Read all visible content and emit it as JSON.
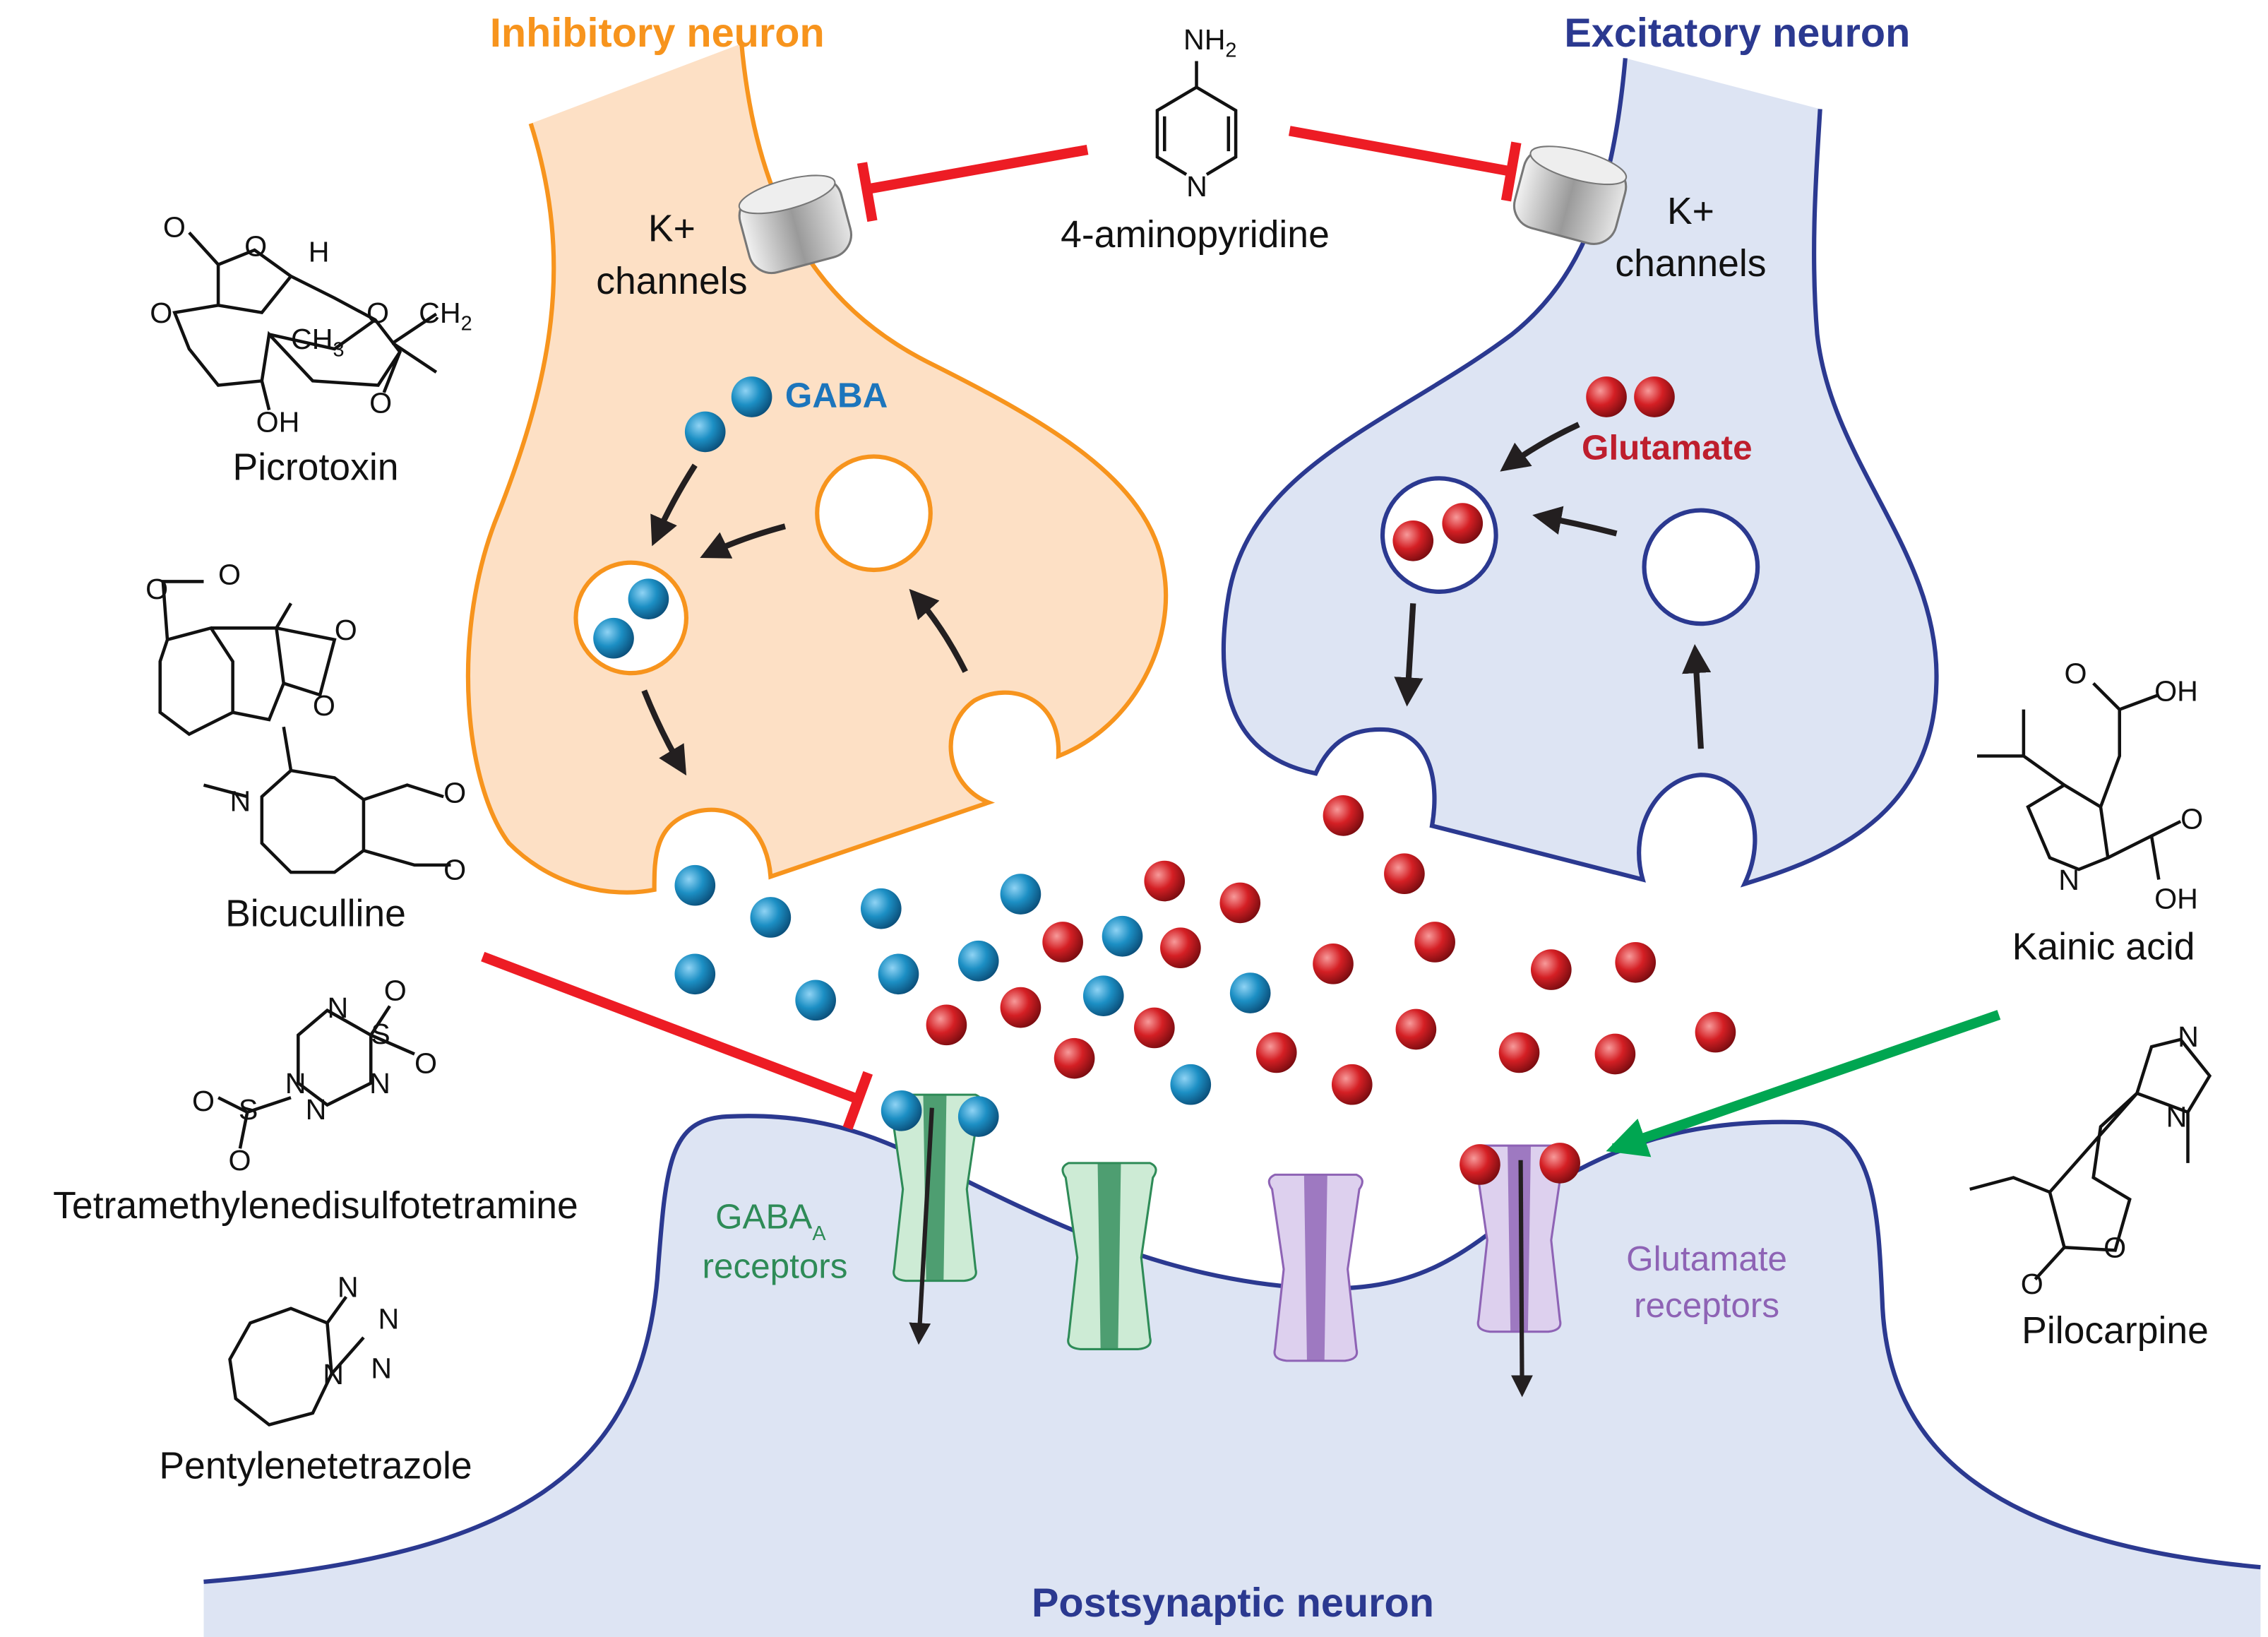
{
  "titles": {
    "inhibitory": "Inhibitory neuron",
    "excitatory": "Excitatory neuron",
    "postsynaptic": "Postsynaptic neuron"
  },
  "labels": {
    "k_channels_left_1": "K+",
    "k_channels_left_2": "channels",
    "k_channels_right_1": "K+",
    "k_channels_right_2": "channels",
    "gaba": "GABA",
    "glutamate": "Glutamate",
    "gaba_receptors_1": "GABA",
    "gaba_receptors_sub": "A",
    "gaba_receptors_2": "receptors",
    "glutamate_receptors_1": "Glutamate",
    "glutamate_receptors_2": "receptors"
  },
  "compounds": {
    "aminopyridine": "4-aminopyridine",
    "picrotoxin": "Picrotoxin",
    "bicuculline": "Bicuculline",
    "tetramine": "Tetramethylenedisulfotetramine",
    "ptz": "Pentylenetetrazole",
    "kainic": "Kainic acid",
    "pilocarpine": "Pilocarpine"
  },
  "atoms": {
    "nh2": "NH2",
    "n": "N",
    "o": "O",
    "h": "H",
    "oh": "OH",
    "ch2": "CH2",
    "ch3": "CH3",
    "s": "S"
  },
  "colors": {
    "inhibitory": "#f7941d",
    "inhibitory_fill": "#fde0c5",
    "excitatory": "#2b3990",
    "excitatory_fill": "#dde4f3",
    "gaba": "#1c75bc",
    "glutamate": "#be1e2d",
    "inhibit_arrow": "#ed1c24",
    "activate_arrow": "#00a651",
    "gaba_receptor": "#2e8b57",
    "glutamate_receptor": "#8e63b5"
  }
}
